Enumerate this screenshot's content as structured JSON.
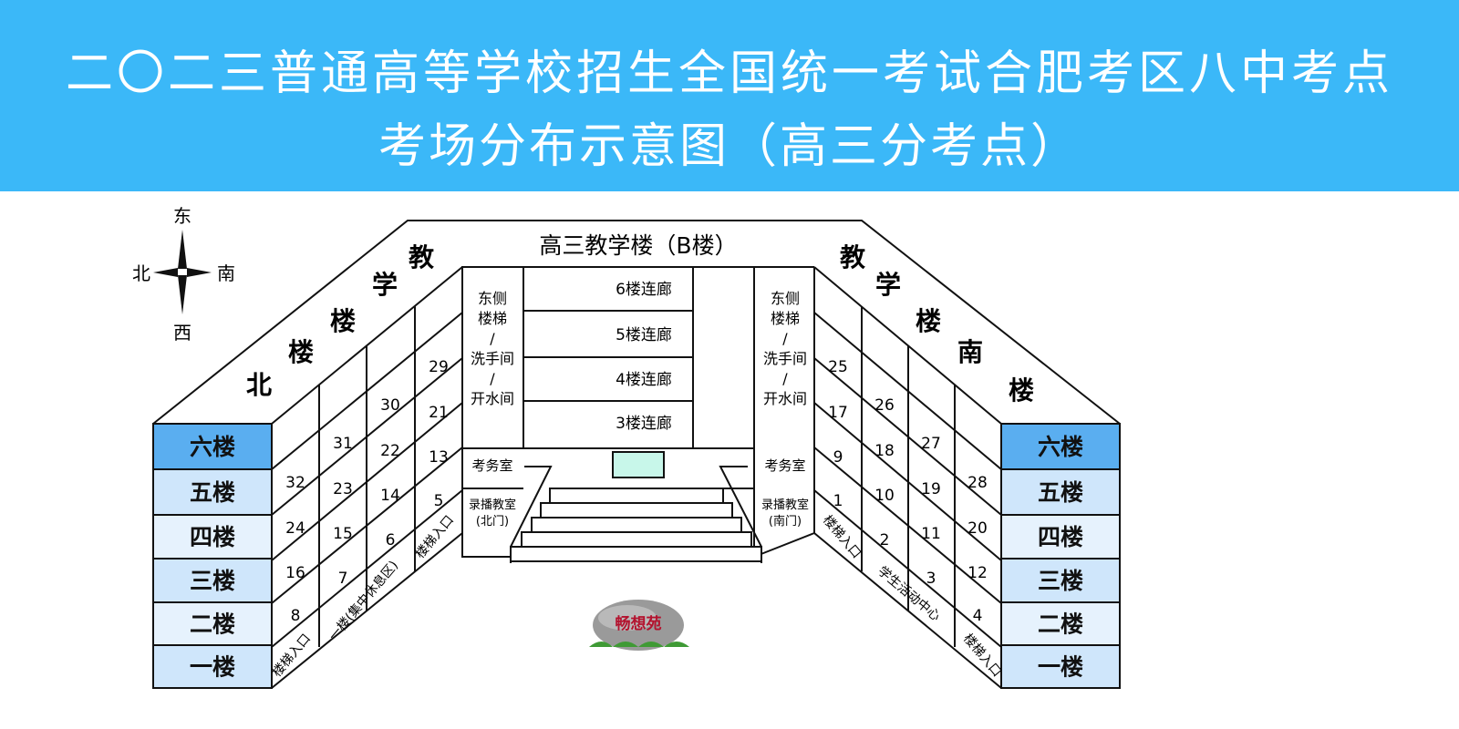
{
  "title": {
    "line1": "二〇二三普通高等学校招生全国统一考试合肥考区八中考点",
    "line2": "考场分布示意图（高三分考点）"
  },
  "compass": {
    "north": "北",
    "south": "南",
    "east": "东",
    "west": "西"
  },
  "buildings": {
    "center": "高三教学楼（B楼）",
    "north": [
      "北",
      "楼",
      "教",
      "学",
      "楼"
    ],
    "south": [
      "教",
      "学",
      "楼",
      "南",
      "楼"
    ]
  },
  "floors": [
    "六楼",
    "五楼",
    "四楼",
    "三楼",
    "二楼",
    "一楼"
  ],
  "corridors": [
    "6楼连廊",
    "5楼连廊",
    "4楼连廊",
    "3楼连廊"
  ],
  "stairs": {
    "east_side": [
      "东侧",
      "楼梯",
      "/",
      "洗手间",
      "/",
      "开水间"
    ],
    "exam_office": "考务室",
    "record_north": [
      "录播教室",
      "(北门)"
    ],
    "record_south": [
      "录播教室",
      "(南门)"
    ]
  },
  "north_rooms": {
    "col1": [
      "32",
      "24",
      "16",
      "8"
    ],
    "col2": [
      "31",
      "23",
      "15",
      "7"
    ],
    "col3": [
      "30",
      "22",
      "14",
      "6"
    ],
    "col4": [
      "29",
      "21",
      "13",
      "5"
    ],
    "entrance1": "楼梯入口",
    "rest_area": "一楼(集中休息区)",
    "entrance2": "楼梯入口"
  },
  "south_rooms": {
    "col1": [
      "25",
      "17",
      "9",
      "1"
    ],
    "col2": [
      "26",
      "18",
      "10",
      "2"
    ],
    "col3": [
      "27",
      "19",
      "11",
      "3"
    ],
    "col4": [
      "28",
      "20",
      "12",
      "4"
    ],
    "entrance1": "楼梯入口",
    "activity_center": "学生活动中心",
    "entrance2": "楼梯入口"
  },
  "rock_label": "畅想苑",
  "colors": {
    "banner": "#3bb8f8",
    "floor_top": "#5aaef0",
    "floor_light": "#cfe6fb",
    "floor_lighter": "#e6f2fd",
    "rock_text": "#b3122e",
    "board": "#c8f7ea"
  }
}
